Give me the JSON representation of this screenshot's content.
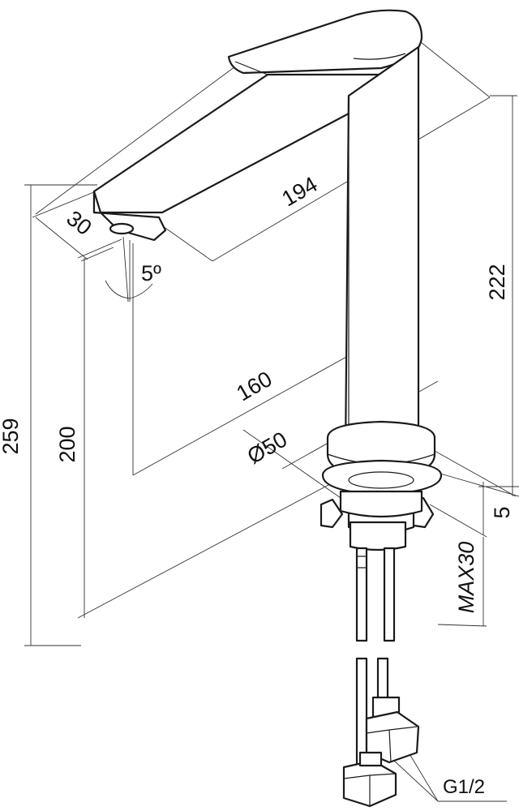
{
  "drawing": {
    "dimensions": {
      "total_height": "259",
      "spout_height": "200",
      "body_height": "222",
      "spout_reach": "194",
      "spout_depth": "30",
      "aerator_axis_distance": "160",
      "base_diameter": "Ø50",
      "spout_angle": "5º",
      "base_thickness": "5",
      "max_counter_thickness": "MAX30",
      "thread_size": "G1/2"
    }
  }
}
